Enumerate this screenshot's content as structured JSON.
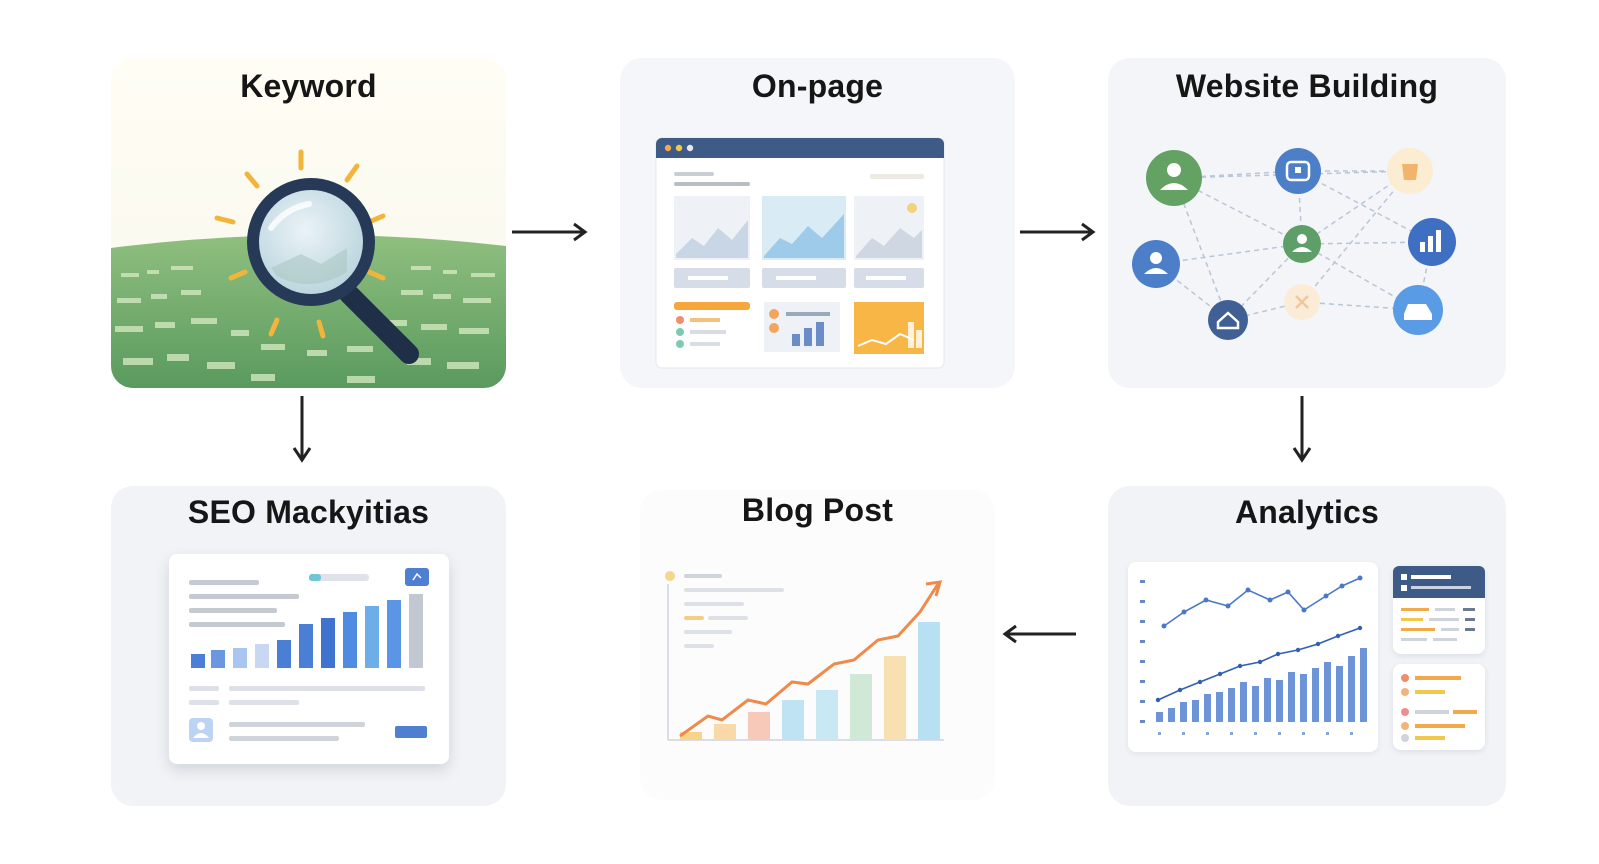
{
  "steps": {
    "keyword": {
      "title": "Keyword"
    },
    "onpage": {
      "title": "On-page"
    },
    "website": {
      "title": "Website Building"
    },
    "seo": {
      "title": "SEO Mackyitias"
    },
    "blog": {
      "title": "Blog Post"
    },
    "analytics": {
      "title": "Analytics"
    }
  },
  "colors": {
    "accent_blue": "#4f7fd1",
    "accent_orange": "#f5a63c",
    "accent_green": "#5d9b64",
    "arrow": "#222222"
  },
  "icons": {
    "keyword": "magnifier-icon",
    "network_nodes": [
      "user-icon",
      "box-icon",
      "cup-icon",
      "user-icon",
      "user-icon",
      "chart-icon",
      "close-icon",
      "home-icon",
      "car-icon"
    ]
  }
}
